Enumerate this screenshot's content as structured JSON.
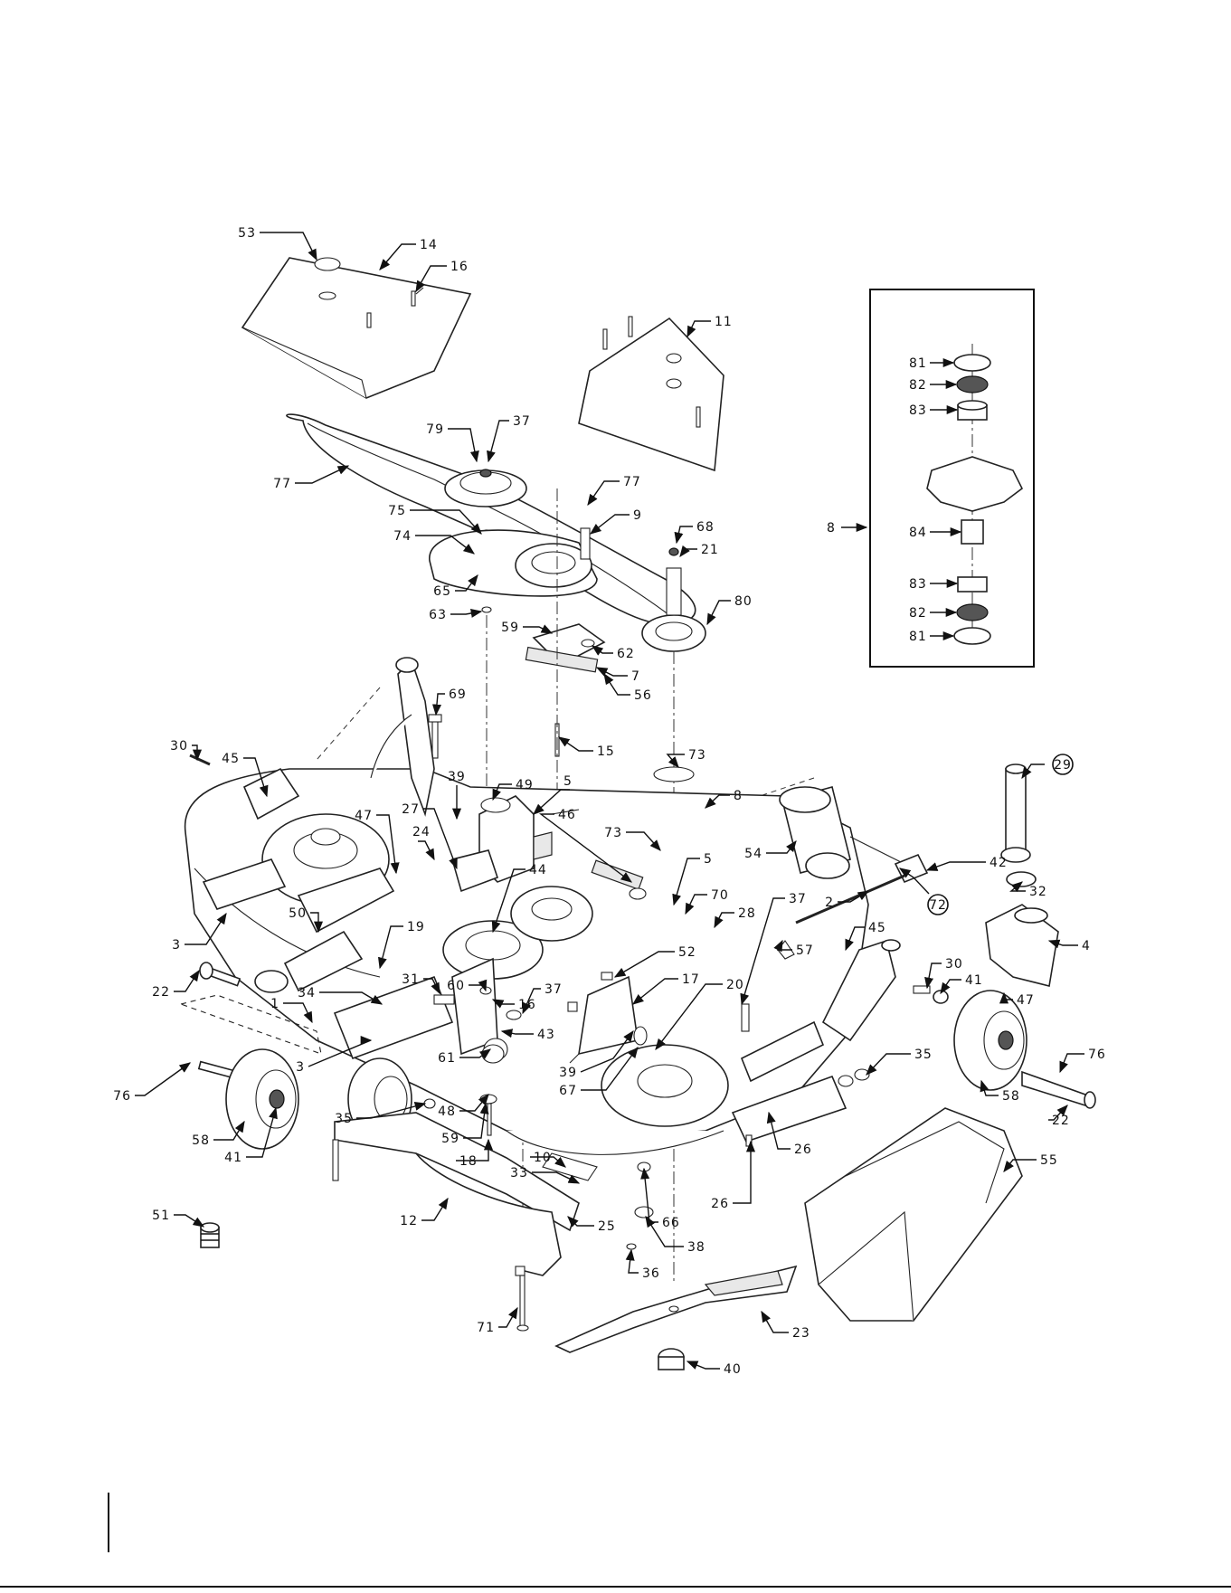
{
  "callouts": [
    {
      "n": "53"
    },
    {
      "n": "14"
    },
    {
      "n": "16"
    },
    {
      "n": "11"
    },
    {
      "n": "79"
    },
    {
      "n": "37"
    },
    {
      "n": "77"
    },
    {
      "n": "77"
    },
    {
      "n": "75"
    },
    {
      "n": "9"
    },
    {
      "n": "74"
    },
    {
      "n": "68"
    },
    {
      "n": "21"
    },
    {
      "n": "65"
    },
    {
      "n": "80"
    },
    {
      "n": "63"
    },
    {
      "n": "59"
    },
    {
      "n": "62"
    },
    {
      "n": "7"
    },
    {
      "n": "56"
    },
    {
      "n": "69"
    },
    {
      "n": "15"
    },
    {
      "n": "73"
    },
    {
      "n": "30"
    },
    {
      "n": "45"
    },
    {
      "n": "39"
    },
    {
      "n": "49"
    },
    {
      "n": "5"
    },
    {
      "n": "8"
    },
    {
      "n": "47"
    },
    {
      "n": "27"
    },
    {
      "n": "46"
    },
    {
      "n": "73"
    },
    {
      "n": "24"
    },
    {
      "n": "44"
    },
    {
      "n": "54"
    },
    {
      "n": "5"
    },
    {
      "n": "42"
    },
    {
      "n": "32"
    },
    {
      "n": "70"
    },
    {
      "n": "28"
    },
    {
      "n": "2"
    },
    {
      "n": "37"
    },
    {
      "n": "50"
    },
    {
      "n": "19"
    },
    {
      "n": "3"
    },
    {
      "n": "57"
    },
    {
      "n": "45"
    },
    {
      "n": "4"
    },
    {
      "n": "52"
    },
    {
      "n": "30"
    },
    {
      "n": "41"
    },
    {
      "n": "22"
    },
    {
      "n": "31"
    },
    {
      "n": "60"
    },
    {
      "n": "17"
    },
    {
      "n": "20"
    },
    {
      "n": "47"
    },
    {
      "n": "34"
    },
    {
      "n": "37"
    },
    {
      "n": "16"
    },
    {
      "n": "1"
    },
    {
      "n": "43"
    },
    {
      "n": "35"
    },
    {
      "n": "76"
    },
    {
      "n": "3"
    },
    {
      "n": "39"
    },
    {
      "n": "61"
    },
    {
      "n": "67"
    },
    {
      "n": "58"
    },
    {
      "n": "76"
    },
    {
      "n": "48"
    },
    {
      "n": "35"
    },
    {
      "n": "59"
    },
    {
      "n": "26"
    },
    {
      "n": "22"
    },
    {
      "n": "58"
    },
    {
      "n": "41"
    },
    {
      "n": "18"
    },
    {
      "n": "10"
    },
    {
      "n": "55"
    },
    {
      "n": "33"
    },
    {
      "n": "26"
    },
    {
      "n": "66"
    },
    {
      "n": "51"
    },
    {
      "n": "12"
    },
    {
      "n": "25"
    },
    {
      "n": "38"
    },
    {
      "n": "36"
    },
    {
      "n": "71"
    },
    {
      "n": "23"
    },
    {
      "n": "40"
    }
  ],
  "circled": [
    {
      "n": "29"
    },
    {
      "n": "72"
    }
  ],
  "inset": {
    "pointer": {
      "n": "8"
    },
    "labels": [
      {
        "n": "81"
      },
      {
        "n": "82"
      },
      {
        "n": "83"
      },
      {
        "n": "84"
      },
      {
        "n": "83"
      },
      {
        "n": "82"
      },
      {
        "n": "81"
      }
    ]
  }
}
